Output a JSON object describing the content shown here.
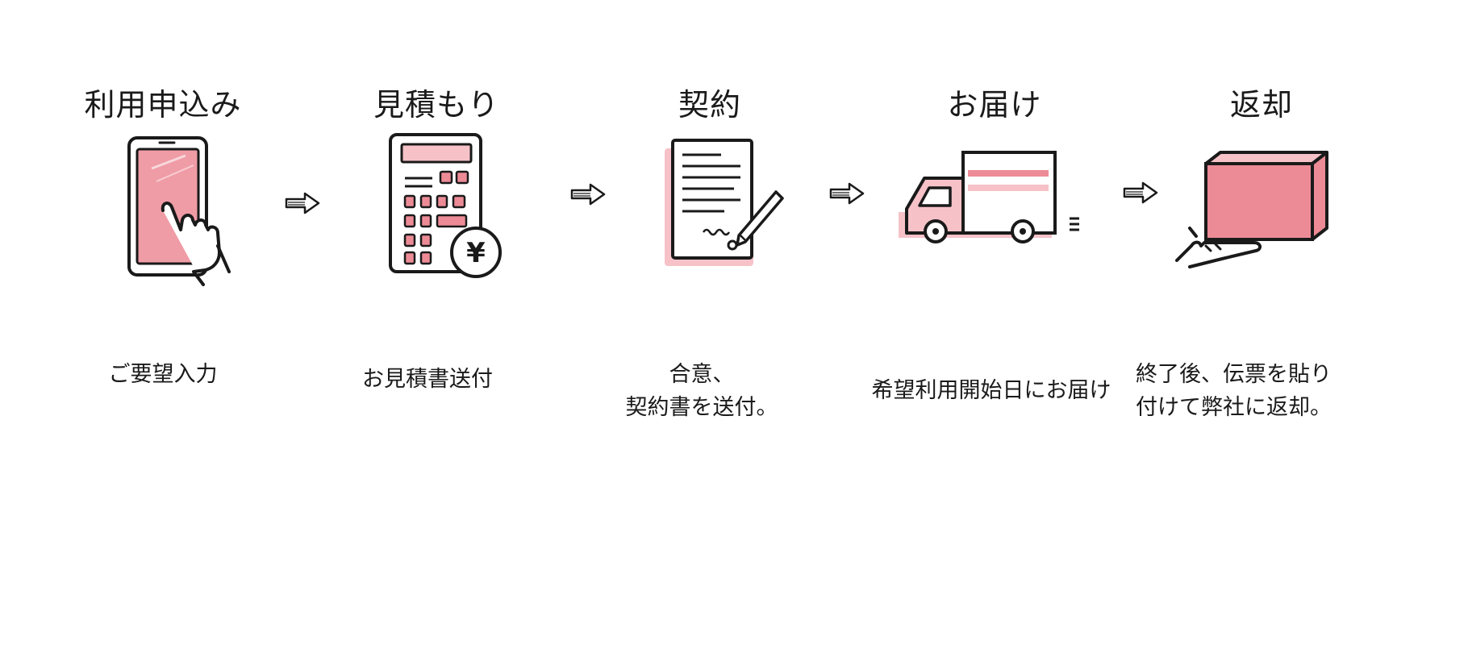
{
  "colors": {
    "accent": "#ec8b96",
    "accent_light": "#f6c2c8",
    "ink": "#1a1a1a",
    "background": "#ffffff"
  },
  "steps": [
    {
      "title": "利用申込み",
      "icon": "smartphone-tap-icon",
      "description": "ご要望入力"
    },
    {
      "title": "見積もり",
      "icon": "calculator-yen-icon",
      "description": "お見積書送付"
    },
    {
      "title": "契約",
      "icon": "contract-sign-icon",
      "description": "合意、\n契約書を送付。"
    },
    {
      "title": "お届け",
      "icon": "delivery-truck-icon",
      "description": "希望利用開始日にお届け"
    },
    {
      "title": "返却",
      "icon": "box-return-icon",
      "description": "終了後、伝票を貼り\n付けて弊社に返却。"
    }
  ]
}
